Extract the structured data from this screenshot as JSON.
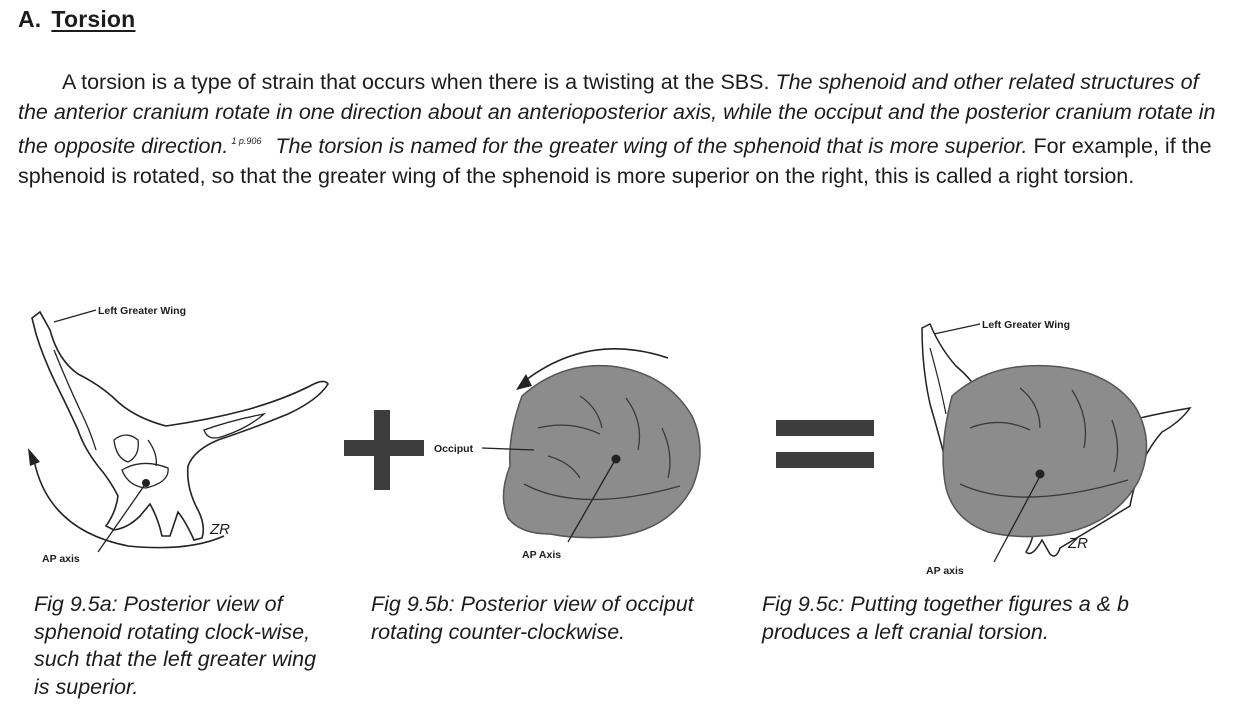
{
  "section": {
    "letter": "A.",
    "title": "Torsion"
  },
  "paragraph": {
    "lead": "A torsion is a type of strain that occurs when there is a twisting at the SBS.",
    "italic_1": "The sphenoid and other related structures of the anterior cranium rotate in one direction about an anterioposterior axis, while the occiput and the posterior cranium rotate in the opposite direction.",
    "citation": "1 p.906",
    "italic_2": "The torsion is named for the greater wing of the sphenoid that is more superior.",
    "example": "For example,  if the sphenoid is rotated, so that the greater wing of the sphenoid is more superior on the right, this is called a right torsion."
  },
  "figures": {
    "a": {
      "wing_label": "Left Greater Wing",
      "axis_label": "AP axis",
      "signature": "ZR",
      "caption": "Fig 9.5a: Posterior view of sphenoid rotating clock-wise, such that the left greater wing is superior."
    },
    "b": {
      "structure_label": "Occiput",
      "axis_label": "AP Axis",
      "caption": "Fig 9.5b: Posterior view of occiput rotating counter-clockwise."
    },
    "c": {
      "wing_label": "Left Greater Wing",
      "axis_label": "AP axis",
      "signature": "ZR",
      "caption": "Fig 9.5c: Putting together figures a & b produces a left cranial torsion."
    }
  },
  "operators": {
    "plus": "plus-sign",
    "equals": "equals-sign"
  },
  "colors": {
    "text": "#1c1c1c",
    "occiput_fill": "#8c8c8c",
    "operator": "#3d3d3d",
    "line": "#222222"
  }
}
